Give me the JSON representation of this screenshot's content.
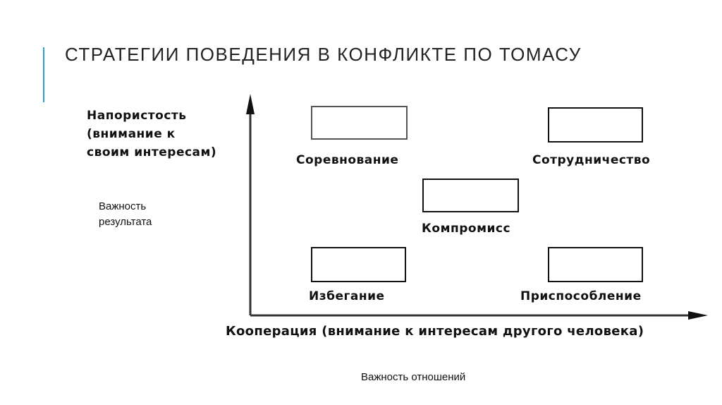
{
  "title": "СТРАТЕГИИ ПОВЕДЕНИЯ В КОНФЛИКТЕ ПО ТОМАСУ",
  "accent_color": "#2e9fcf",
  "y_axis": {
    "lines": [
      "Напористость",
      "(внимание к",
      "своим интересам)"
    ]
  },
  "x_axis": {
    "label": "Кооперация (внимание к интересам другого человека)"
  },
  "strategies": [
    "Соревнование",
    "Сотрудничество",
    "Компромисс",
    "Избегание",
    "Приспособление"
  ],
  "notes": {
    "result_1": "Важность",
    "result_2": "результата",
    "relations": "Важность отношений"
  }
}
